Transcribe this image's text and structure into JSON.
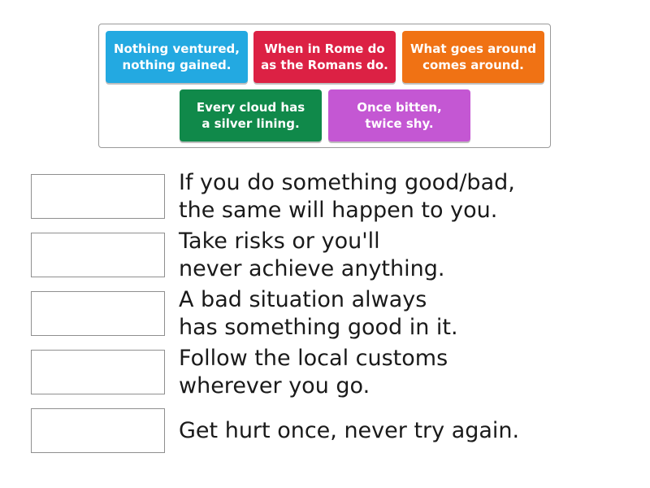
{
  "tiles": [
    {
      "label": "Nothing ventured,\nnothing gained.",
      "color": "#23a9e1"
    },
    {
      "label": "When in Rome do\nas the Romans do.",
      "color": "#dc2144"
    },
    {
      "label": "What goes around\ncomes around.",
      "color": "#f07214"
    },
    {
      "label": "Every cloud has\na silver lining.",
      "color": "#10894a"
    },
    {
      "label": "Once bitten,\ntwice shy.",
      "color": "#c457d3"
    }
  ],
  "clues": [
    {
      "text": "If you do something good/bad,\nthe same will happen to you."
    },
    {
      "text": "Take risks or you'll\nnever achieve anything."
    },
    {
      "text": "A bad situation always\nhas something good in it."
    },
    {
      "text": "Follow the local customs\nwherever you go."
    },
    {
      "text": "Get hurt once, never try again."
    }
  ]
}
